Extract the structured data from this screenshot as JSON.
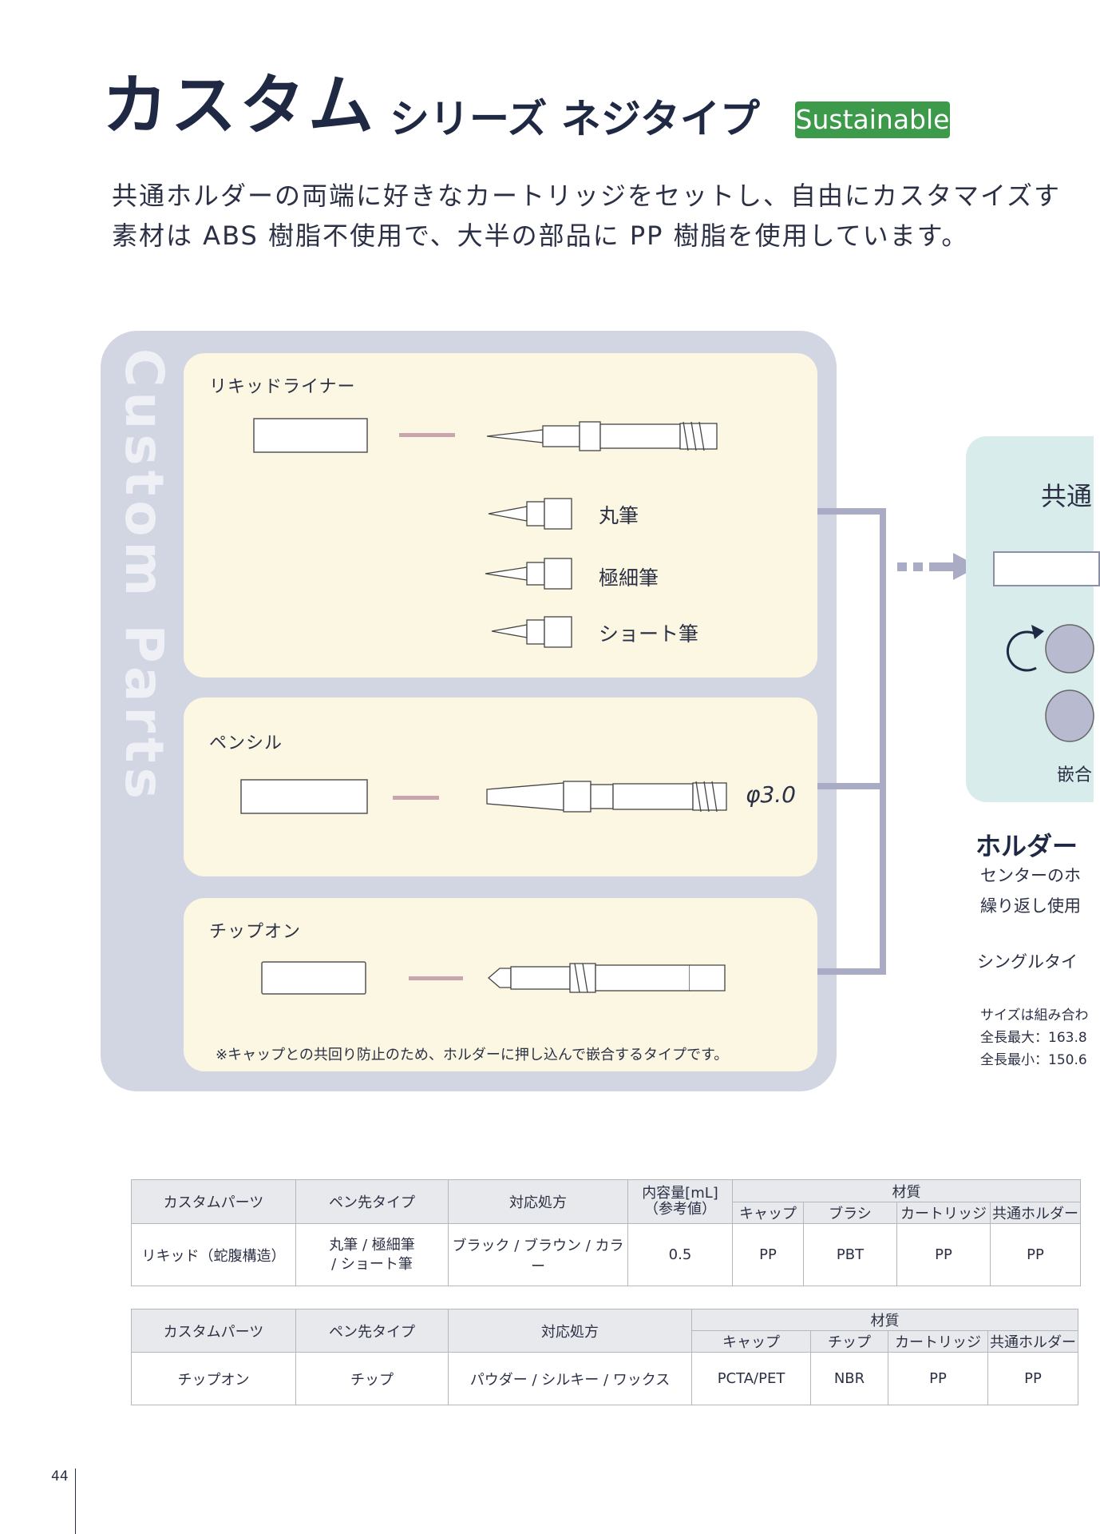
{
  "header": {
    "title": "カスタム",
    "subtitle": "シリーズ ネジタイプ",
    "badge": "Sustainable",
    "intro_line1": "共通ホルダーの両端に好きなカートリッジをセットし、自由にカスタマイズす",
    "intro_line2": "素材は ABS 樹脂不使用で、大半の部品に PP 樹脂を使用しています。"
  },
  "parts_panel": {
    "side_label": "Custom Parts",
    "liquid": {
      "title": "リキッドライナー",
      "tips": [
        "丸筆",
        "極細筆",
        "ショート筆"
      ]
    },
    "pencil": {
      "title": "ペンシル",
      "diameter": "φ3.0"
    },
    "tipon": {
      "title": "チップオン",
      "note": "※キャップとの共回り防止のため、ホルダーに押し込んで嵌合するタイプです。"
    }
  },
  "holder_panel": {
    "title": "共通",
    "fit_label": "嵌合"
  },
  "holder_info": {
    "heading": "ホルダー",
    "line1": "センターのホ",
    "line2": "繰り返し使用",
    "single": "シングルタイ",
    "size_note": "サイズは組み合わ",
    "max_length": "全長最大：163.8",
    "min_length": "全長最小：150.6"
  },
  "table1": {
    "headers": [
      "カスタムパーツ",
      "ペン先タイプ",
      "対応処方",
      "内容量[mL]",
      "（参考値）",
      "材質"
    ],
    "material_headers": [
      "キャップ",
      "ブラシ",
      "カートリッジ",
      "共通ホルダー"
    ],
    "row": {
      "part": "リキッド（蛇腹構造）",
      "tip_line1": "丸筆 / 極細筆",
      "tip_line2": "/ ショート筆",
      "formula": "ブラック / ブラウン / カラー",
      "volume": "0.5",
      "materials": [
        "PP",
        "PBT",
        "PP",
        "PP"
      ]
    }
  },
  "table2": {
    "headers": [
      "カスタムパーツ",
      "ペン先タイプ",
      "対応処方",
      "材質"
    ],
    "material_headers": [
      "キャップ",
      "チップ",
      "カートリッジ",
      "共通ホルダー"
    ],
    "row": {
      "part": "チップオン",
      "tip": "チップ",
      "formula": "パウダー / シルキー / ワックス",
      "materials": [
        "PCTA/PET",
        "NBR",
        "PP",
        "PP"
      ]
    }
  },
  "footer": {
    "page_number": "44"
  }
}
